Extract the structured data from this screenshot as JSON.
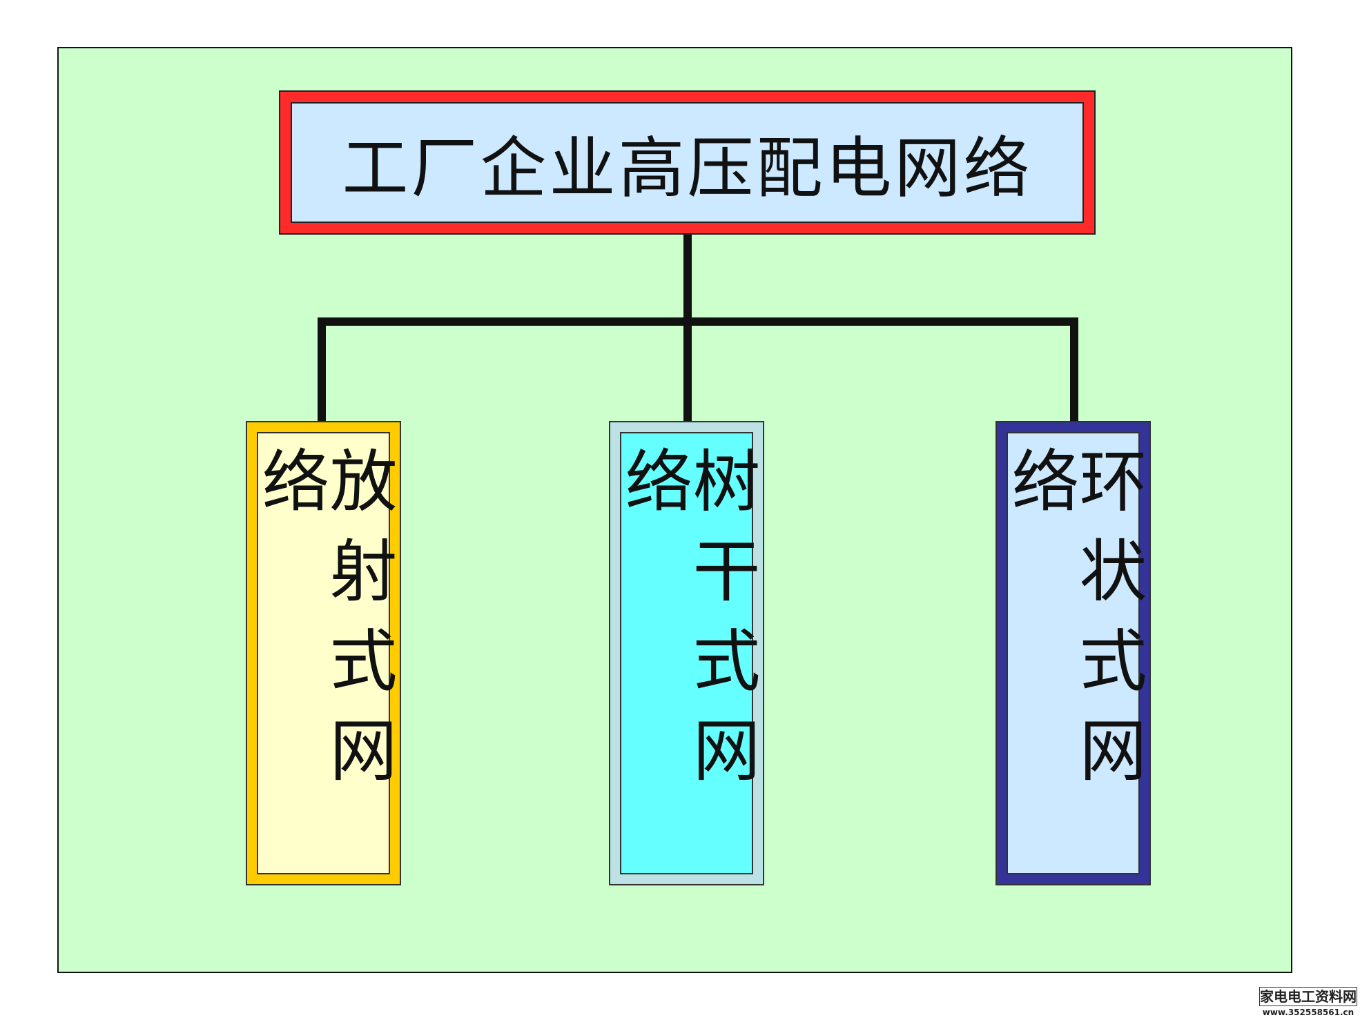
{
  "diagram": {
    "root": {
      "label": "工厂企业高压配电网络"
    },
    "children": [
      {
        "label": "放射式网络",
        "frame_color": "#ffcc00",
        "fill_color": "#ffffcc"
      },
      {
        "label": "树干式网络",
        "frame_color": "#bde2e6",
        "fill_color": "#66ffff"
      },
      {
        "label": "环状式网络",
        "frame_color": "#333399",
        "fill_color": "#cce9ff"
      }
    ]
  },
  "colors": {
    "background": "#ccffcc",
    "root_frame": "#ff2a2a",
    "root_fill": "#cce9ff",
    "connector": "#111111"
  },
  "watermark": {
    "line1": "家电电工资料网",
    "line2": "www.352558561.cn"
  }
}
